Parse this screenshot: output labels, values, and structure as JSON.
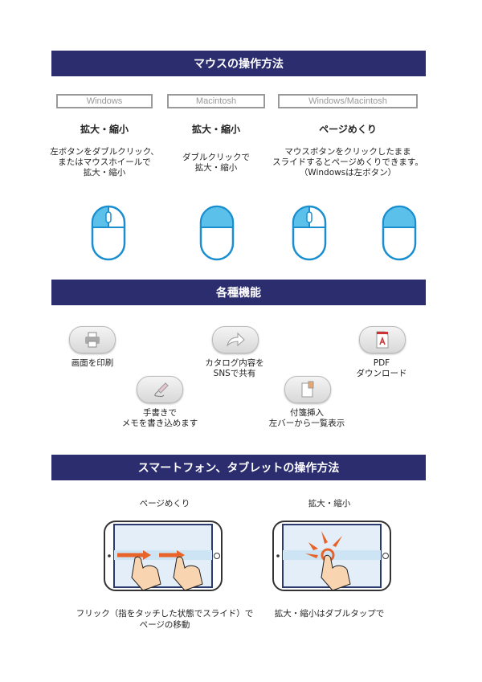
{
  "mouse_section": {
    "title": "マウスの操作方法",
    "columns": [
      {
        "os": "Windows",
        "heading": "拡大・縮小",
        "desc": [
          "左ボタンをダブルクリック、",
          "またはマウスホイールで",
          "拡大・縮小"
        ]
      },
      {
        "os": "Macintosh",
        "heading": "拡大・縮小",
        "desc": [
          "ダブルクリックで",
          "拡大・縮小"
        ]
      },
      {
        "os": "Windows/Macintosh",
        "heading": "ページめくり",
        "desc": [
          "マウスボタンをクリックしたまま",
          "スライドするとページめくりできます。",
          "（Windowsは左ボタン）"
        ]
      }
    ],
    "accent": "#2a9fd8"
  },
  "features_section": {
    "title": "各種機能",
    "items": [
      {
        "icon": "printer-icon",
        "label": [
          "画面を印刷"
        ]
      },
      {
        "icon": "share-arrow-icon",
        "label": [
          "カタログ内容を",
          "SNSで共有"
        ]
      },
      {
        "icon": "pdf-icon",
        "label": [
          "PDF",
          "ダウンロード"
        ]
      },
      {
        "icon": "pen-icon",
        "label": [
          "手書きで",
          "メモを書き込めます"
        ]
      },
      {
        "icon": "sticky-note-icon",
        "label": [
          "付箋挿入",
          "左バーから一覧表示"
        ]
      }
    ]
  },
  "tablet_section": {
    "title": "スマートフォン、タブレットの操作方法",
    "items": [
      {
        "heading": "ページめくり",
        "desc": [
          "フリック（指をタッチした状態でスライド）で",
          "ページの移動"
        ]
      },
      {
        "heading": "拡大・縮小",
        "desc": [
          "拡大・縮小はダブルタップで"
        ]
      }
    ],
    "accent": "#e8632a"
  }
}
